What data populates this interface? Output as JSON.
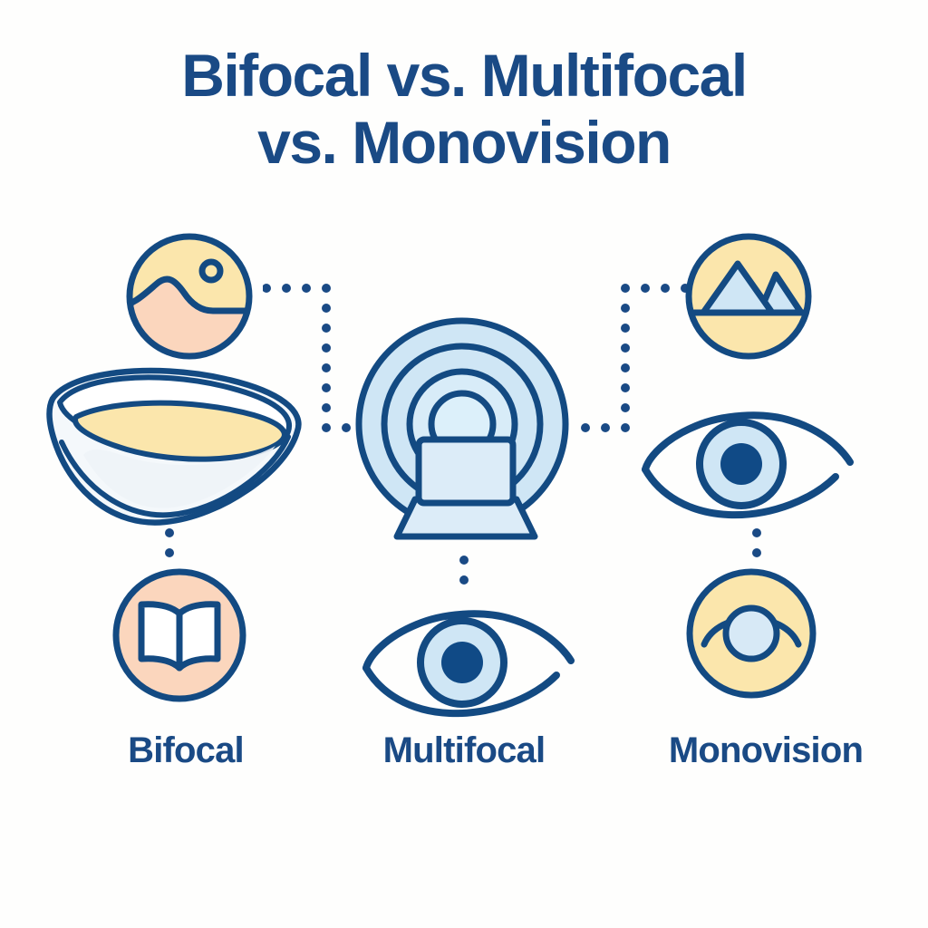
{
  "page": {
    "background_color": "#fefefd",
    "accent_navy": "#1a4a85",
    "stroke_navy": "#134a82",
    "light_blue": "#cfe6f5",
    "pale_blue": "#dcecf8",
    "yellow": "#fbe6ac",
    "peach": "#fbd6bd",
    "dark_pupil": "#104a86"
  },
  "title": {
    "line1": "Bifocal vs. Multifocal",
    "line2": "vs. Monovision"
  },
  "columns": [
    {
      "key": "bifocal",
      "label": "Bifocal"
    },
    {
      "key": "multifocal",
      "label": "Multifocal"
    },
    {
      "key": "monovision",
      "label": "Monovision"
    }
  ],
  "graphics": {
    "landscape_badge": {
      "name": "landscape-sun-icon",
      "circle_fill": "#fbe6ac",
      "hill_fill": "#fbd6bd"
    },
    "mountains_badge": {
      "name": "mountains-icon",
      "circle_fill": "#fbe6ac",
      "peak_fill": "#cfe6f5"
    },
    "book_badge": {
      "name": "open-book-icon",
      "circle_fill": "#fbd6bd",
      "page_fill": "#ffffff"
    },
    "mono_eye_badge": {
      "name": "simple-eye-icon",
      "circle_fill": "#fbe6ac",
      "iris_fill": "#d7e9f6"
    },
    "bifocal_lens": {
      "name": "contact-lens-bifocal",
      "band_fill": "#fbe6ac",
      "body_fill": "#f4f8fb"
    },
    "multifocal_rings": {
      "name": "multifocal-rings",
      "ring_fill": "#cfe6f5",
      "core_fill": "#dcf0fa"
    },
    "laptop": {
      "name": "laptop-icon",
      "screen_fill": "#dcecf8"
    },
    "eye_multifocal": {
      "name": "detailed-eye-icon",
      "iris_fill": "#cfe6f5",
      "pupil_fill": "#104a86"
    },
    "eye_monovision": {
      "name": "detailed-eye-icon",
      "iris_fill": "#cfe6f5",
      "pupil_fill": "#104a86"
    }
  },
  "connectors": [
    {
      "name": "connector-landscape-to-center",
      "style": "dotted-elbow"
    },
    {
      "name": "connector-mountains-to-center",
      "style": "dotted-elbow"
    },
    {
      "name": "connector-lens-to-book",
      "style": "dotted-vertical"
    },
    {
      "name": "connector-rings-to-eye",
      "style": "dotted-vertical"
    },
    {
      "name": "connector-eye-to-mono-badge",
      "style": "dotted-vertical"
    }
  ]
}
